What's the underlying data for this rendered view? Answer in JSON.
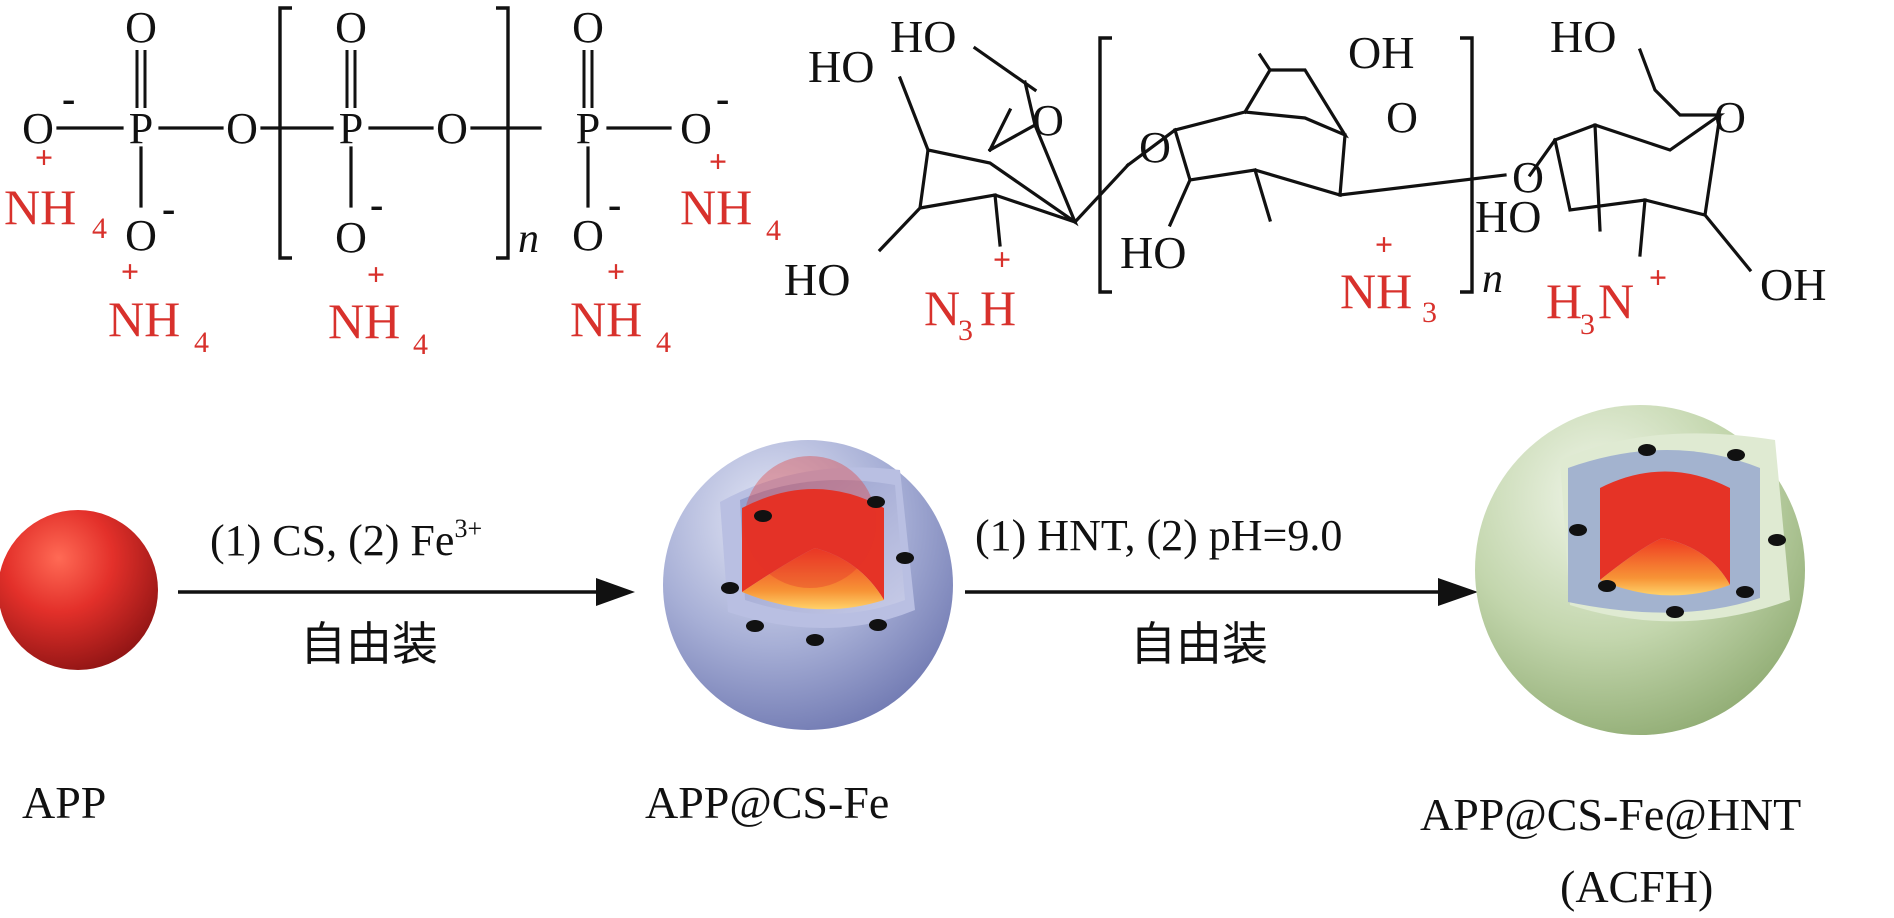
{
  "app_structure": {
    "atoms": {
      "O": "O",
      "P": "P",
      "charge_minus": "-",
      "charge_plus": "+",
      "repeat_n": "n",
      "ammonium_N": "NH",
      "ammonium_sub": "4"
    }
  },
  "chitosan_structure": {
    "hydroxyl": "HO",
    "hydroxyl_r": "OH",
    "ring_O": "O",
    "repeat_n": "n",
    "amine_left": "N",
    "amine_left_sub": "3",
    "amine_left_H": "H",
    "amine_mid": "NH",
    "amine_mid_sub": "3",
    "amine_right_H": "H",
    "amine_right_sub": "3",
    "amine_right_N": "N",
    "charge_plus": "+"
  },
  "process": {
    "step1_label_main": "(1) CS, (2) Fe",
    "step1_label_sup": "3+",
    "step1_method": "自由装",
    "step2_label": "(1) HNT, (2) pH=9.0",
    "step2_method": "自由装"
  },
  "particles": {
    "app_label": "APP",
    "app_cs_fe_label": "APP@CS-Fe",
    "acfh_label": "APP@CS-Fe@HNT",
    "acfh_abbrev": "(ACFH)"
  },
  "colors": {
    "core_red": "#e3302a",
    "cs_fe_shell": "#9aa3cf",
    "hnt_shell": "#bcd0a6",
    "charge_red": "#d8312c"
  }
}
